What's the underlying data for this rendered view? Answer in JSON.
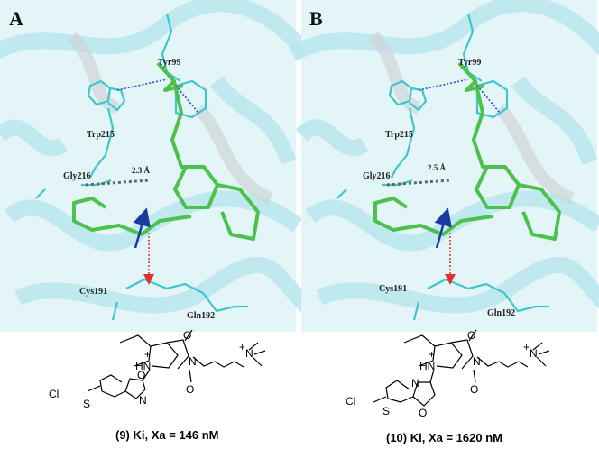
{
  "panels": [
    {
      "label": "A",
      "residues": {
        "tyr": "Tyr99",
        "trp": "Trp215",
        "gly": "Gly216",
        "cys": "Cys191",
        "gln": "Gln192"
      },
      "distance": "2.3 Å"
    },
    {
      "label": "B",
      "residues": {
        "tyr": "Tyr99",
        "trp": "Trp215",
        "gly": "Gly216",
        "cys": "Cys191",
        "gln": "Gln192"
      },
      "distance": "2.5 Å"
    }
  ],
  "compounds": [
    {
      "caption": "(9) Ki, Xa = 146 nM",
      "atoms": {
        "cl": "Cl",
        "s": "S",
        "o": "O",
        "n": "N",
        "hn": "HN",
        "plus": "+",
        "nme3": "N",
        "imideN": "N",
        "o1": "O",
        "o2": "O"
      }
    },
    {
      "caption": "(10) Ki, Xa = 1620 nM",
      "atoms": {
        "cl": "Cl",
        "s": "S",
        "o": "O",
        "n": "N",
        "hn": "HN",
        "plus": "+",
        "nme3": "N",
        "imideN": "N",
        "o1": "O",
        "o2": "O"
      }
    }
  ],
  "colors": {
    "protein": "#b9e6ee",
    "ligand": "#4cc24c",
    "residue": "#3fc6cc",
    "hbond": "#555555",
    "arrow_red": "#e03030",
    "arrow_blue": "#1a3aa0"
  }
}
